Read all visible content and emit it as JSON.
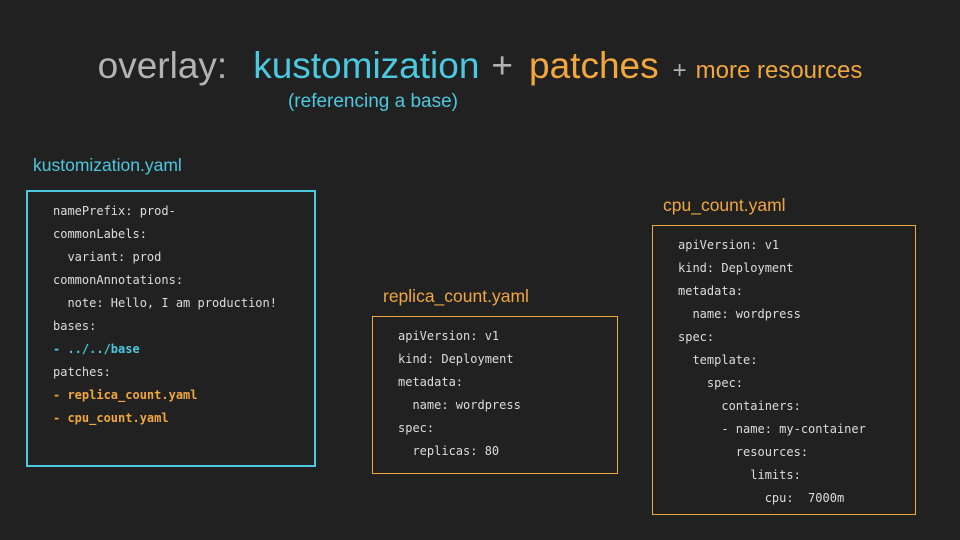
{
  "title": {
    "part1": "overlay:",
    "part2": "kustomization",
    "plus1": "+",
    "part3": "patches",
    "plus2": "+",
    "part4": "more resources",
    "subtitle": "(referencing a base)"
  },
  "colors": {
    "background": "#212121",
    "cyan": "#4cc8df",
    "orange": "#f0a73e",
    "gray": "#b3b3b3",
    "code_text": "#dcdcdc"
  },
  "boxes": [
    {
      "label": "kustomization.yaml",
      "accent": "cyan",
      "lines": [
        {
          "text": "namePrefix: prod-",
          "color": "white"
        },
        {
          "text": "commonLabels:",
          "color": "white"
        },
        {
          "text": "  variant: prod",
          "color": "white"
        },
        {
          "text": "commonAnnotations:",
          "color": "white"
        },
        {
          "text": "  note: Hello, I am production!",
          "color": "white"
        },
        {
          "text": "bases:",
          "color": "white"
        },
        {
          "text": "- ../../base",
          "color": "cyan"
        },
        {
          "text": "patches:",
          "color": "white"
        },
        {
          "text": "- replica_count.yaml",
          "color": "orange"
        },
        {
          "text": "- cpu_count.yaml",
          "color": "orange"
        }
      ]
    },
    {
      "label": "replica_count.yaml",
      "accent": "orange",
      "lines": [
        {
          "text": "apiVersion: v1",
          "color": "white"
        },
        {
          "text": "kind: Deployment",
          "color": "white"
        },
        {
          "text": "metadata:",
          "color": "white"
        },
        {
          "text": "  name: wordpress",
          "color": "white"
        },
        {
          "text": "spec:",
          "color": "white"
        },
        {
          "text": "  replicas: 80",
          "color": "white"
        }
      ]
    },
    {
      "label": "cpu_count.yaml",
      "accent": "orange",
      "lines": [
        {
          "text": "apiVersion: v1",
          "color": "white"
        },
        {
          "text": "kind: Deployment",
          "color": "white"
        },
        {
          "text": "metadata:",
          "color": "white"
        },
        {
          "text": "  name: wordpress",
          "color": "white"
        },
        {
          "text": "spec:",
          "color": "white"
        },
        {
          "text": "  template:",
          "color": "white"
        },
        {
          "text": "    spec:",
          "color": "white"
        },
        {
          "text": "      containers:",
          "color": "white"
        },
        {
          "text": "      - name: my-container",
          "color": "white"
        },
        {
          "text": "        resources:",
          "color": "white"
        },
        {
          "text": "          limits:",
          "color": "white"
        },
        {
          "text": "            cpu:  7000m",
          "color": "white"
        }
      ]
    }
  ]
}
